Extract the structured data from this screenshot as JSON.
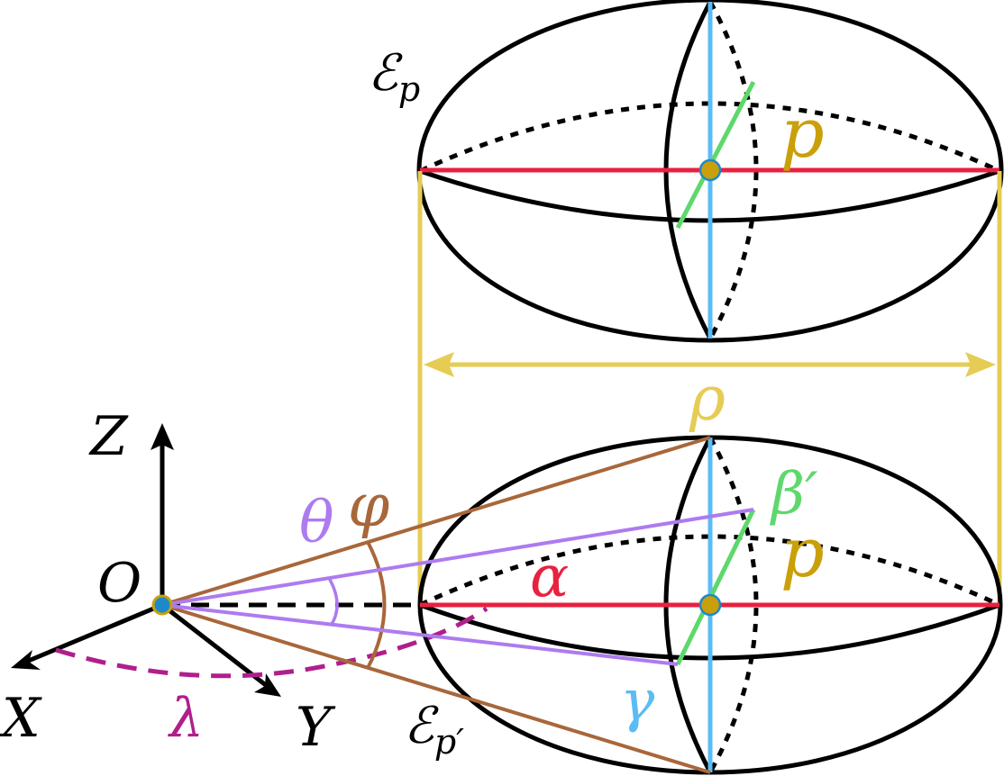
{
  "labels": {
    "ep_top_main": "ℰ",
    "ep_top_sub": "p",
    "p_top": "p",
    "rho": "ρ",
    "z_axis": "Z",
    "x_axis": "X",
    "y_axis": "Y",
    "origin": "O",
    "theta": "θ",
    "varphi": "φ",
    "beta_prime": "β′",
    "p_bottom": "p",
    "alpha": "α",
    "lambda": "λ",
    "ep_bottom_main": "ℰ",
    "ep_bottom_sub": "p′",
    "gamma": "γ"
  },
  "colors": {
    "black": "#000000",
    "red": "#e8213f",
    "blue": "#5bbcf5",
    "green": "#5ed86c",
    "gold": "#c9a00a",
    "yellow": "#e6cc55",
    "brown": "#a8673a",
    "purple": "#ad7bf0",
    "magenta": "#b01e8c",
    "dot_fill": "#1f88c9"
  }
}
